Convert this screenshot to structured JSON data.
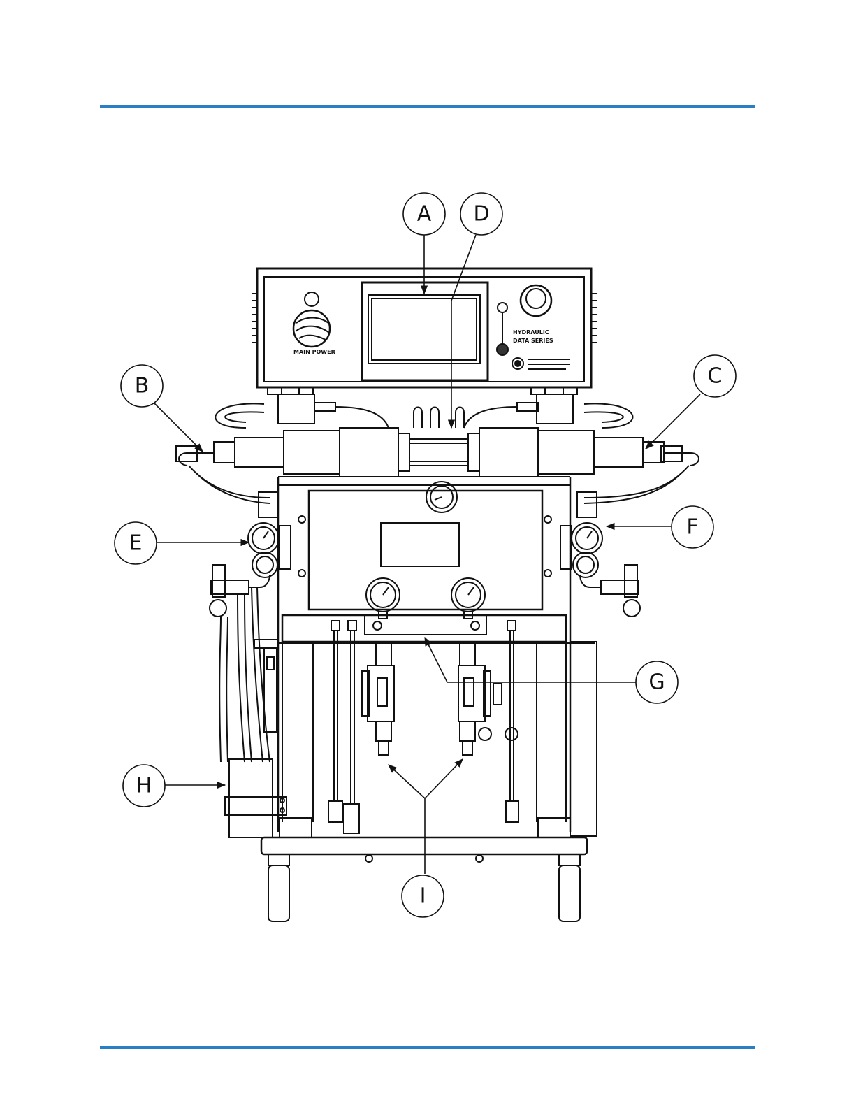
{
  "colors": {
    "rule": "#2a7fc4",
    "ink": "#111111",
    "paper": "#ffffff"
  },
  "panel": {
    "power_label": "MAIN POWER",
    "brand_line1": "HYDRAULIC",
    "brand_line2": "DATA SERIES"
  },
  "callouts": {
    "a": "A",
    "b": "B",
    "c": "C",
    "d": "D",
    "e": "E",
    "f": "F",
    "g": "G",
    "h": "H",
    "i": "I"
  }
}
